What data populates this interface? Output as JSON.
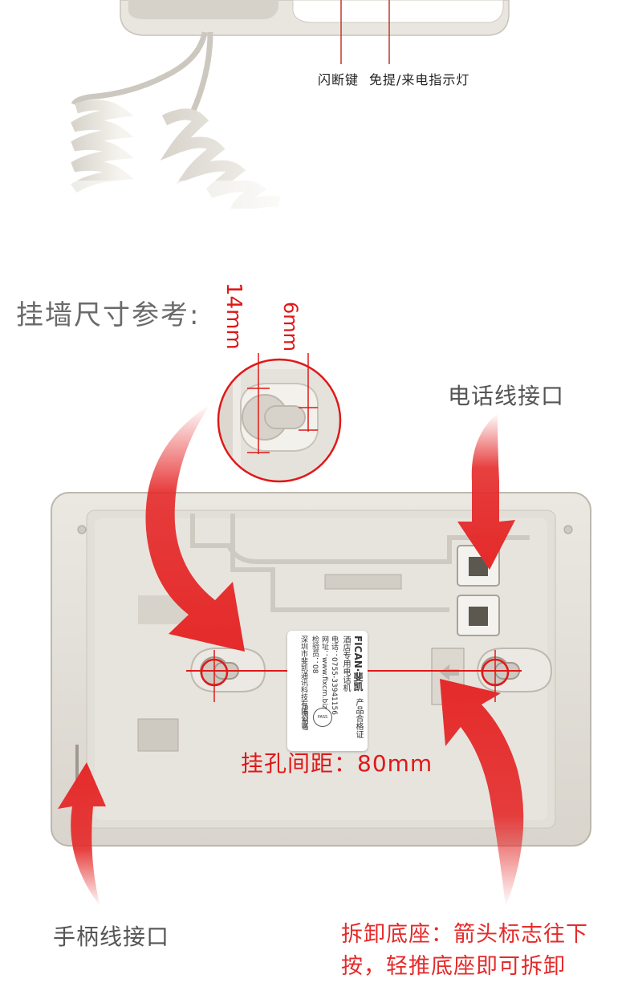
{
  "top_labels": {
    "flash_key": "闪断键",
    "handsfree": "免提/来电指示灯"
  },
  "wall_mount": {
    "title": "挂墙尺寸参考:",
    "dim_large": "14mm",
    "dim_small": "6mm",
    "hole_spacing": "挂孔间距：80mm"
  },
  "ports": {
    "phone_line": "电话线接口",
    "handset_line": "手柄线接口"
  },
  "remove_note": "拆卸底座：箭头标志往下按，轻推底座即可拆卸",
  "product_label": {
    "brand": "FICAN·斐凯",
    "cert": "产品合格证",
    "line1": "酒店专用电话机",
    "line2": "电话：0755-33941156",
    "line3": "网址：www.fixcm.biz",
    "line4": "检验员：08",
    "line5": "深圳市斐凯通讯科技有限公司",
    "pass": "PASS",
    "made_in": "中国制造"
  },
  "colors": {
    "accent_red": "#e52a2a",
    "label_gray": "#555555"
  }
}
